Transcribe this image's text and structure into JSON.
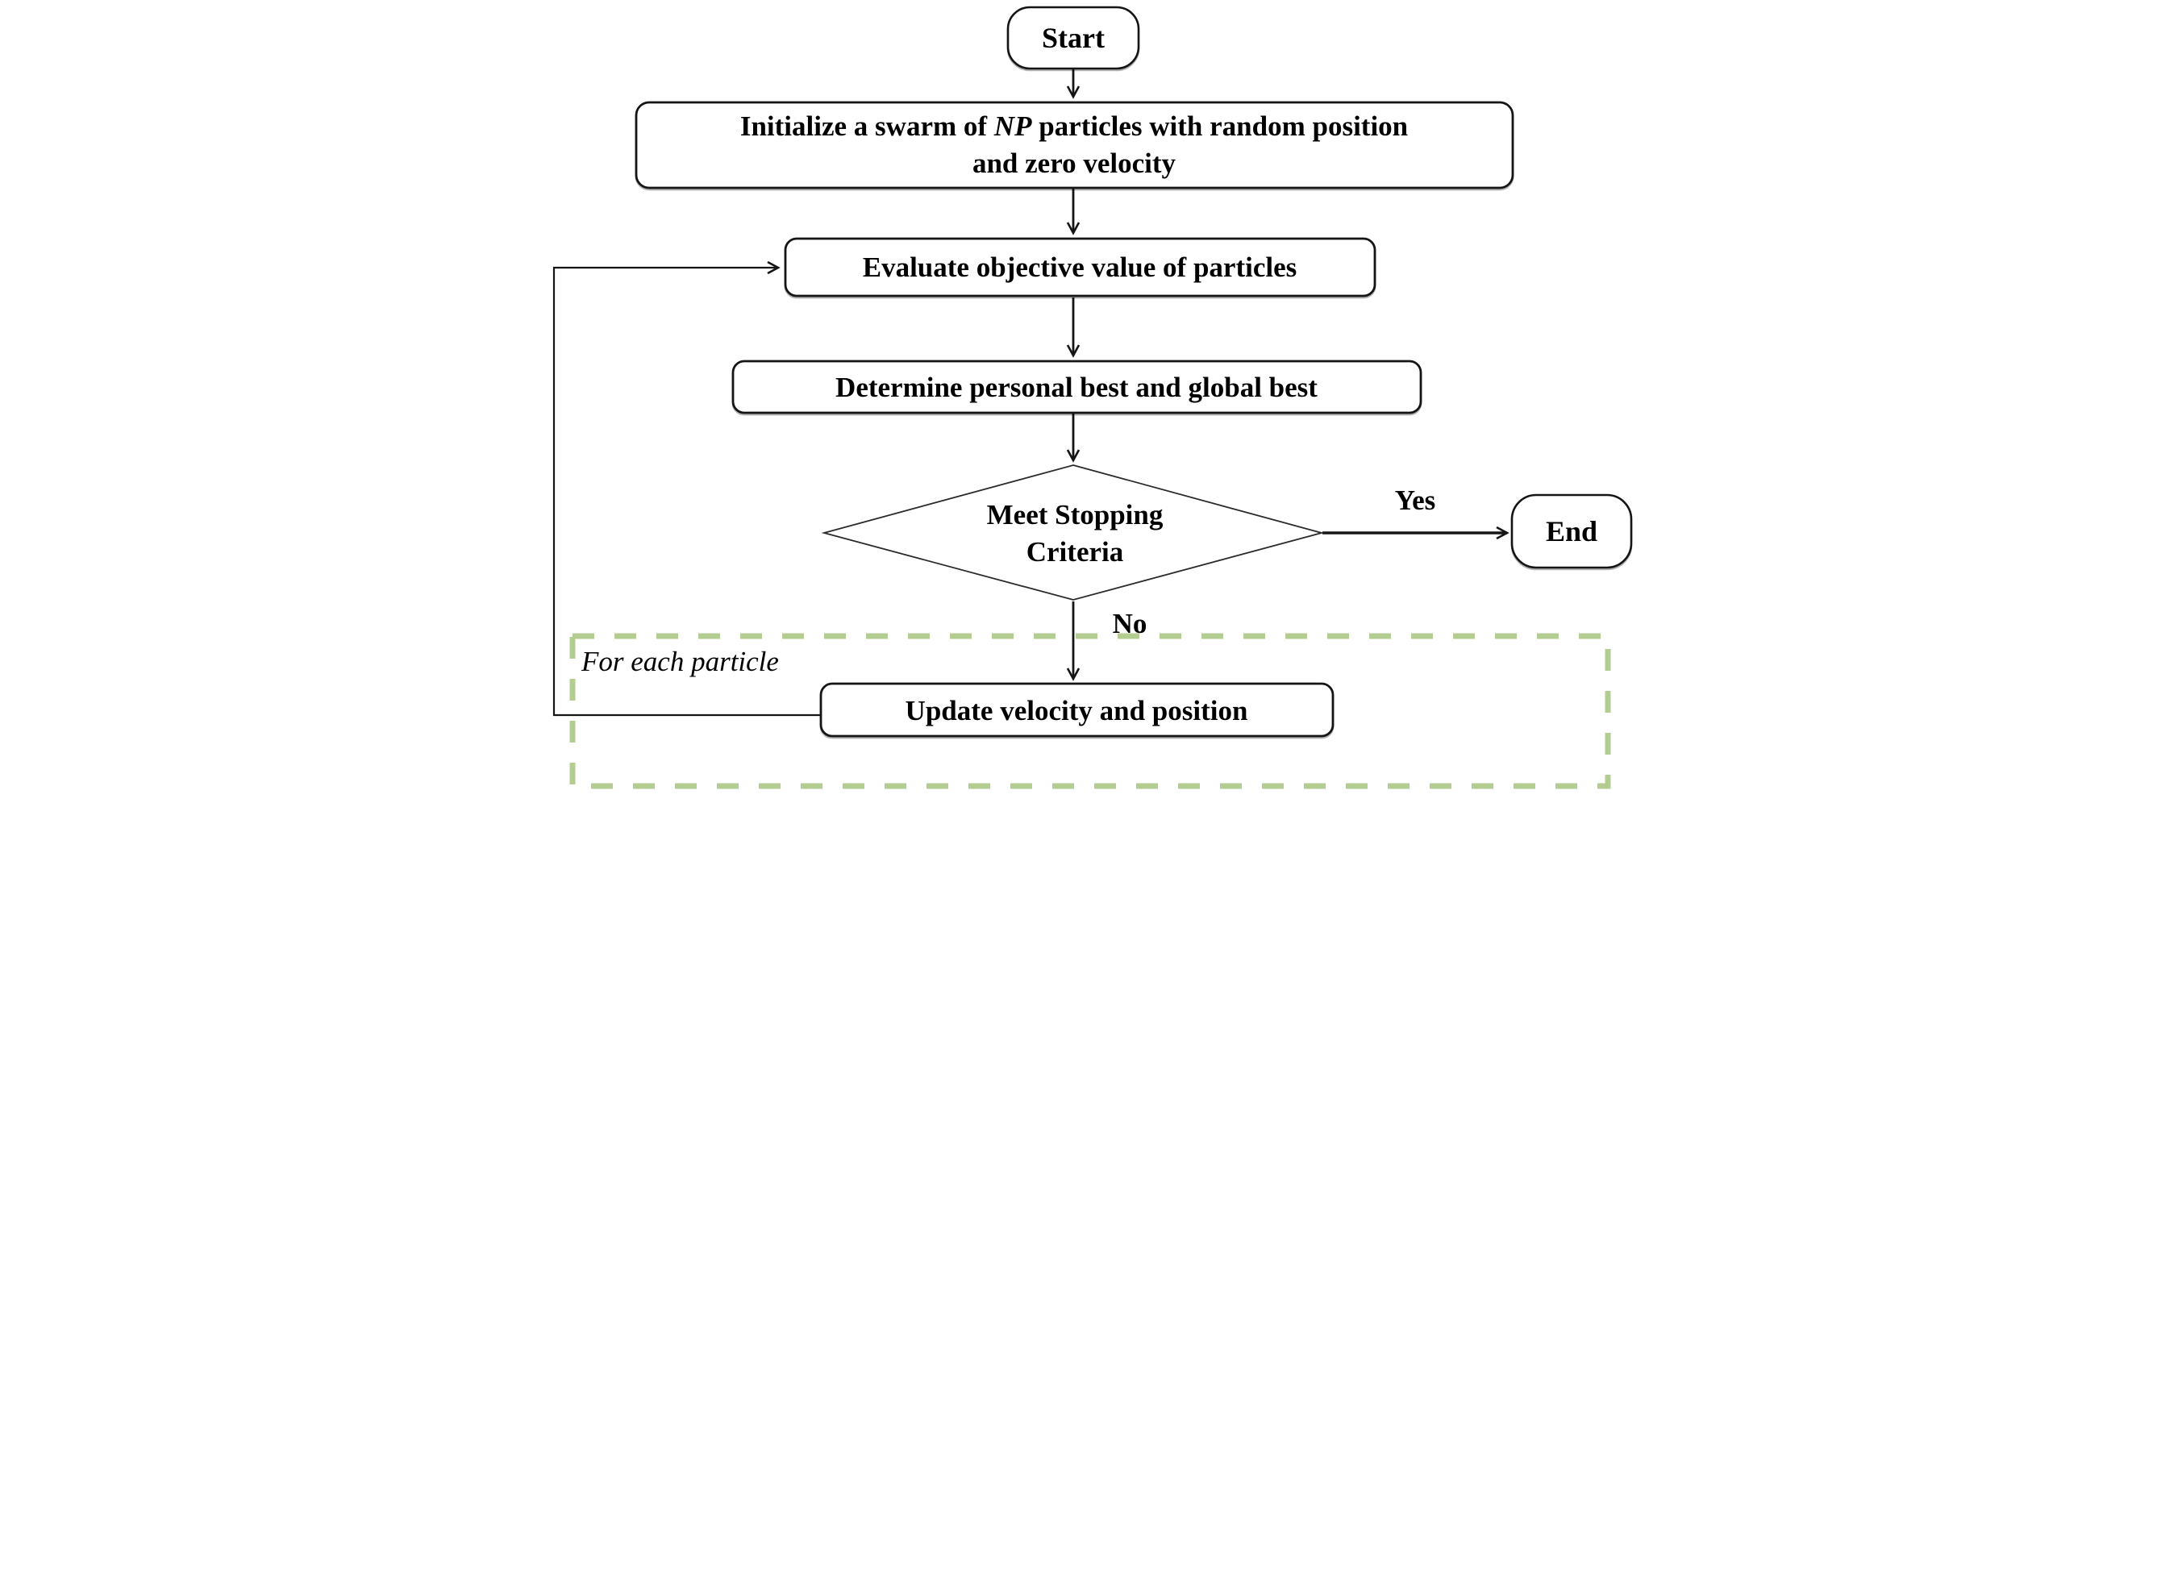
{
  "nodes": {
    "start": {
      "label": "Start"
    },
    "initialize": {
      "line1_pre": "Initialize a swarm of ",
      "line1_italic": "NP",
      "line1_post": " particles with random position",
      "line2": "and zero velocity"
    },
    "evaluate": {
      "label": "Evaluate objective value of particles"
    },
    "determine": {
      "label": "Determine personal best and global best"
    },
    "decision": {
      "line1": "Meet Stopping",
      "line2": "Criteria"
    },
    "update": {
      "label": "Update velocity and position"
    },
    "end": {
      "label": "End"
    }
  },
  "edges": {
    "yes_label": "Yes",
    "no_label": "No"
  },
  "region": {
    "label": "For each particle",
    "border_color": "#b3cc90"
  },
  "colors": {
    "line": "#151515",
    "text": "#000000",
    "background": "#ffffff"
  }
}
